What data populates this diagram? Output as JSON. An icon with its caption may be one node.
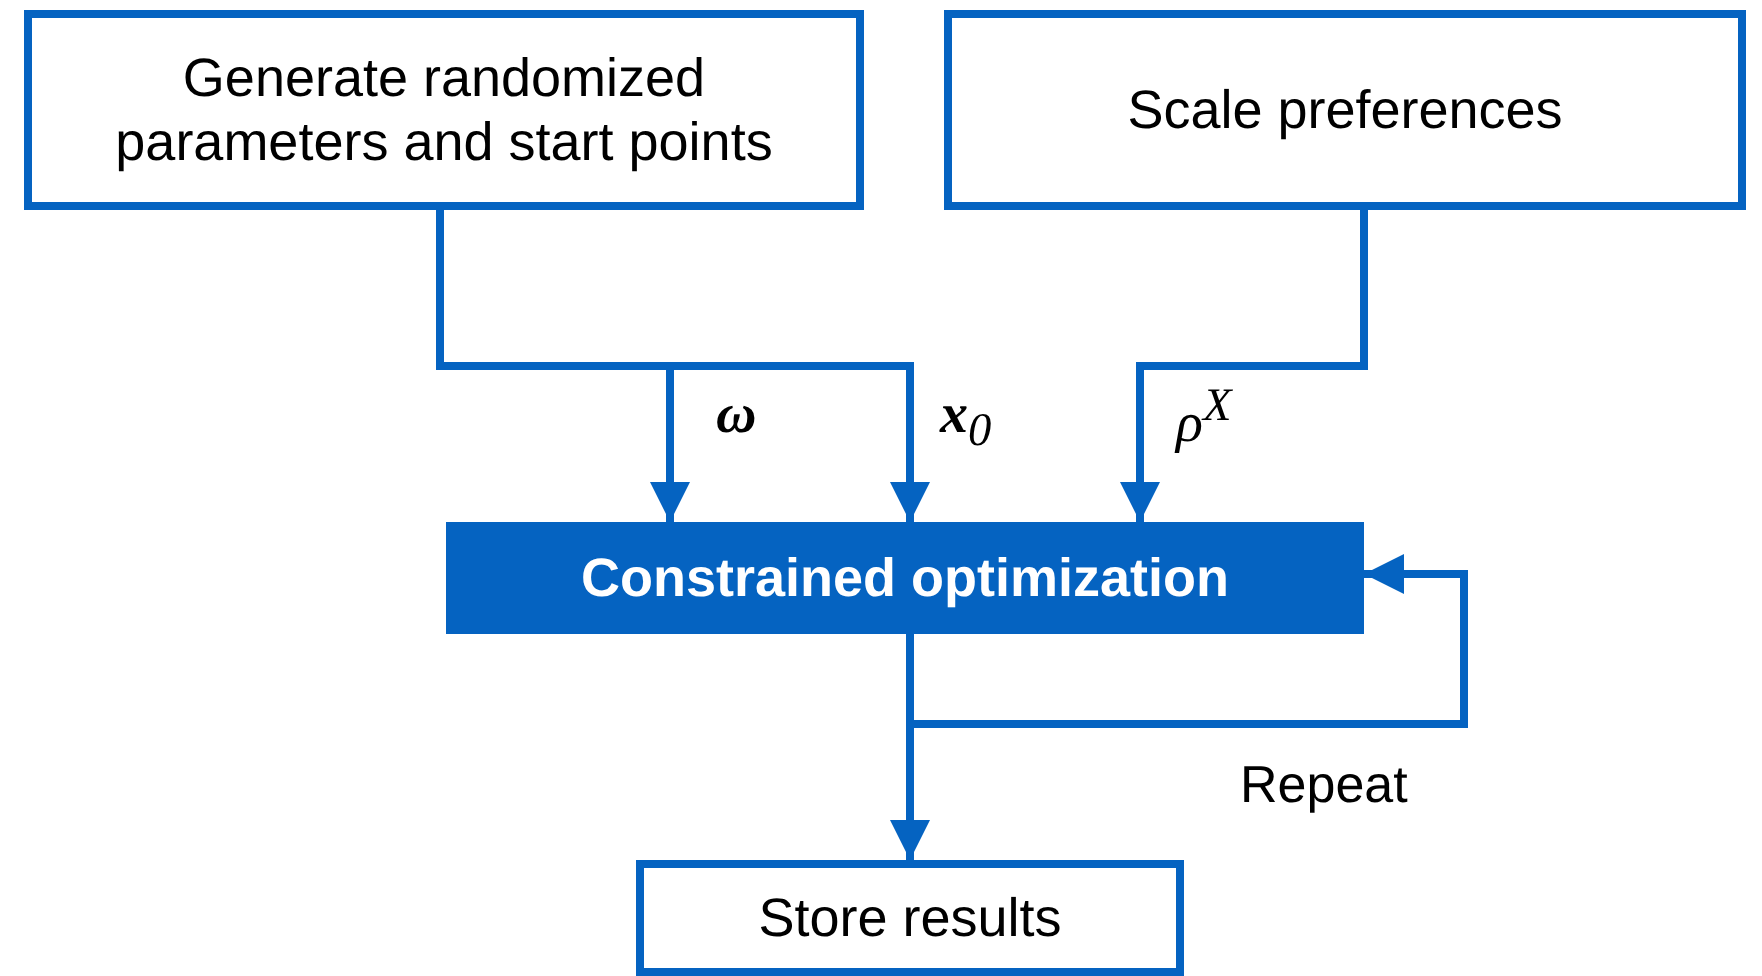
{
  "diagram": {
    "nodes": [
      {
        "text": [
          "Generate randomized parameters and start points"
        ]
      },
      {
        "text": [
          "Scale preferences"
        ]
      },
      {
        "text": [
          "Constrained optimization"
        ]
      },
      {
        "text": [
          "Store results"
        ]
      }
    ],
    "edges": [
      {
        "from": 0,
        "to": 2,
        "arrow": "to",
        "label": "**ω**"
      },
      {
        "from": 0,
        "to": 2,
        "arrow": "to",
        "label": "**x**$_{0}$"
      },
      {
        "from": 1,
        "to": 2,
        "arrow": "to",
        "label": "ρ$^{X}$"
      },
      {
        "from": 2,
        "to": 3,
        "arrow": "to"
      },
      {
        "from": 2,
        "to": 2,
        "arrow": "to",
        "label": "Repeat"
      }
    ]
  }
}
